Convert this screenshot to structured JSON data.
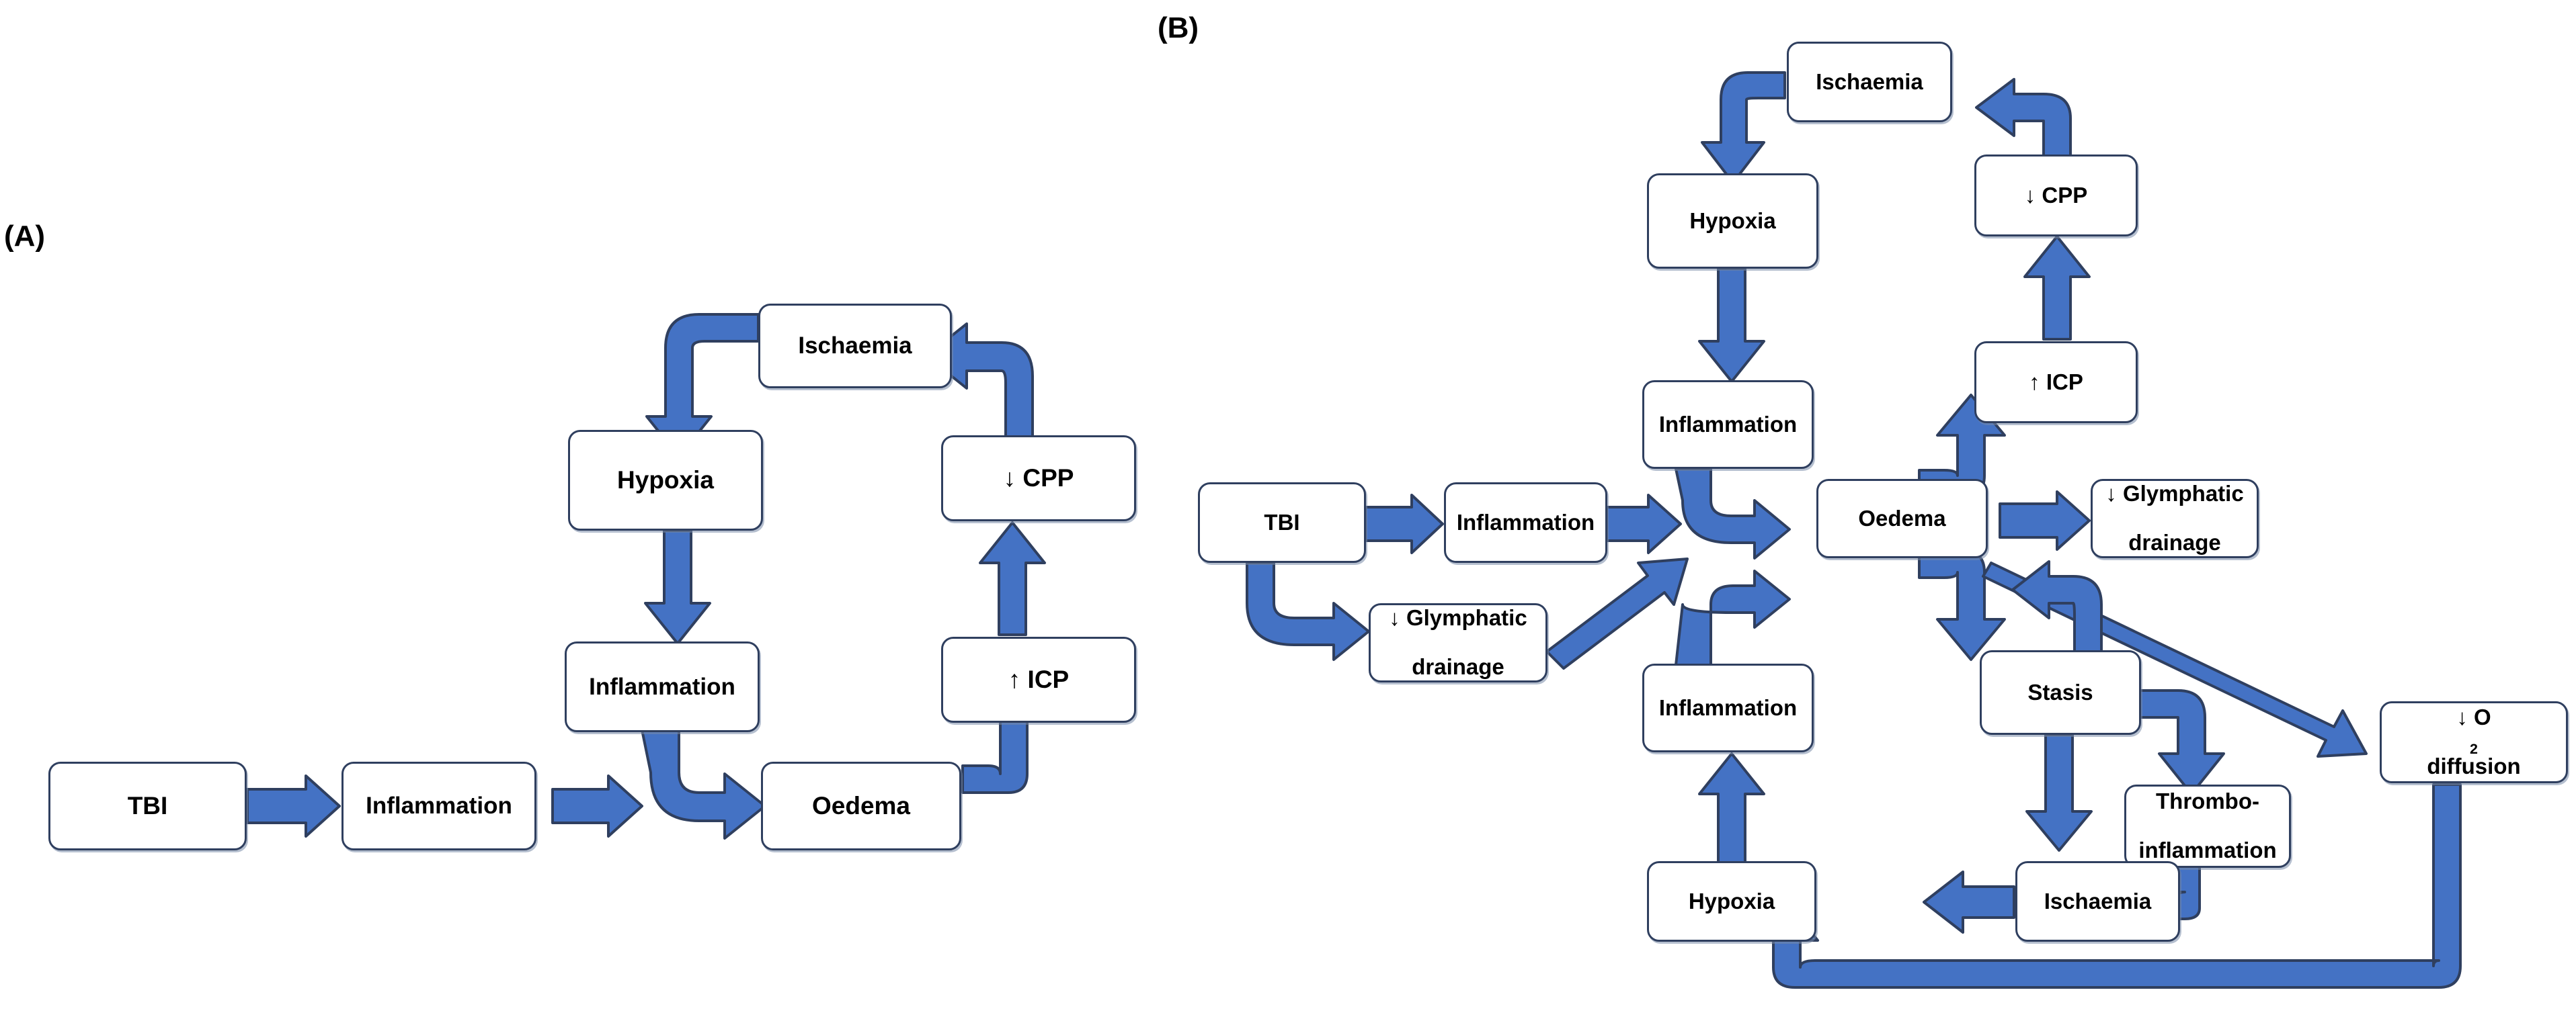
{
  "figure": {
    "type": "flow-diagram",
    "panels": [
      {
        "id": "A",
        "label": "(A)",
        "title": "Classical TBI oedema cascade",
        "nodes": [
          {
            "key": "a_tbi",
            "label": "TBI"
          },
          {
            "key": "a_inflammation1",
            "label": "Inflammation"
          },
          {
            "key": "a_oedema",
            "label": "Oedema"
          },
          {
            "key": "a_icp",
            "label": "↑ ICP"
          },
          {
            "key": "a_cpp",
            "label": "↓ CPP"
          },
          {
            "key": "a_ischaemia",
            "label": "Ischaemia"
          },
          {
            "key": "a_hypoxia",
            "label": "Hypoxia"
          },
          {
            "key": "a_inflammation2",
            "label": "Inflammation"
          }
        ],
        "edges": [
          {
            "from": "a_tbi",
            "to": "a_inflammation1",
            "style": "straight-right"
          },
          {
            "from": "a_inflammation1",
            "to": "a_oedema",
            "style": "straight-right"
          },
          {
            "from": "a_oedema",
            "to": "a_icp",
            "style": "elbow-up"
          },
          {
            "from": "a_icp",
            "to": "a_cpp",
            "style": "straight-up"
          },
          {
            "from": "a_cpp",
            "to": "a_ischaemia",
            "style": "elbow-up-left"
          },
          {
            "from": "a_ischaemia",
            "to": "a_hypoxia",
            "style": "elbow-left-down"
          },
          {
            "from": "a_hypoxia",
            "to": "a_inflammation2",
            "style": "straight-down"
          },
          {
            "from": "a_inflammation2",
            "to": "a_oedema",
            "style": "elbow-down-right"
          }
        ]
      },
      {
        "id": "B",
        "label": "(B)",
        "title": "Extended TBI oedema cascade with glymphatic drainage",
        "nodes": [
          {
            "key": "b_tbi",
            "label": "TBI"
          },
          {
            "key": "b_inflammation1",
            "label": "Inflammation"
          },
          {
            "key": "b_glymph1",
            "label": "↓ Glymphatic drainage"
          },
          {
            "key": "b_oedema",
            "label": "Oedema"
          },
          {
            "key": "b_glymph2",
            "label": "↓ Glymphatic drainage"
          },
          {
            "key": "b_icp",
            "label": "↑ ICP"
          },
          {
            "key": "b_cpp",
            "label": "↓ CPP"
          },
          {
            "key": "b_ischaemia_top",
            "label": "Ischaemia"
          },
          {
            "key": "b_hypoxia_top",
            "label": "Hypoxia"
          },
          {
            "key": "b_inflammation2",
            "label": "Inflammation"
          },
          {
            "key": "b_inflammation3",
            "label": "Inflammation"
          },
          {
            "key": "b_stasis",
            "label": "Stasis"
          },
          {
            "key": "b_thrombo",
            "label": "Thrombo-inflammation"
          },
          {
            "key": "b_o2",
            "label": "↓ O2 diffusion"
          },
          {
            "key": "b_ischaemia_bot",
            "label": "Ischaemia"
          },
          {
            "key": "b_hypoxia_bot",
            "label": "Hypoxia"
          }
        ],
        "edges": [
          {
            "from": "b_tbi",
            "to": "b_inflammation1",
            "style": "straight-right"
          },
          {
            "from": "b_tbi",
            "to": "b_glymph1",
            "style": "elbow-down-right"
          },
          {
            "from": "b_inflammation1",
            "to": "b_oedema",
            "style": "straight-right"
          },
          {
            "from": "b_glymph1",
            "to": "b_oedema",
            "style": "diagonal-up-right"
          },
          {
            "from": "b_inflammation2",
            "to": "b_oedema",
            "style": "elbow-up-right"
          },
          {
            "from": "b_inflammation3",
            "to": "b_oedema",
            "style": "elbow-up-right"
          },
          {
            "from": "b_oedema",
            "to": "b_icp",
            "style": "elbow-up"
          },
          {
            "from": "b_oedema",
            "to": "b_glymph2",
            "style": "straight-right"
          },
          {
            "from": "b_oedema",
            "to": "b_stasis",
            "style": "elbow-down"
          },
          {
            "from": "b_oedema",
            "to": "b_o2",
            "style": "diagonal-down-right"
          },
          {
            "from": "b_glymph2",
            "to": "b_icp",
            "style": "elbow-left"
          },
          {
            "from": "b_icp",
            "to": "b_cpp",
            "style": "straight-up"
          },
          {
            "from": "b_cpp",
            "to": "b_ischaemia_top",
            "style": "elbow-up-left"
          },
          {
            "from": "b_ischaemia_top",
            "to": "b_hypoxia_top",
            "style": "elbow-left-down"
          },
          {
            "from": "b_hypoxia_top",
            "to": "b_inflammation2",
            "style": "straight-down"
          },
          {
            "from": "b_stasis",
            "to": "b_ischaemia_bot",
            "style": "straight-down"
          },
          {
            "from": "b_stasis",
            "to": "b_thrombo",
            "style": "elbow-right-down"
          },
          {
            "from": "b_thrombo",
            "to": "b_ischaemia_bot",
            "style": "elbow-down-left"
          },
          {
            "from": "b_ischaemia_bot",
            "to": "b_hypoxia_bot",
            "style": "straight-left"
          },
          {
            "from": "b_hypoxia_bot",
            "to": "b_inflammation3",
            "style": "straight-up"
          },
          {
            "from": "b_o2",
            "to": "b_hypoxia_bot",
            "style": "wrap-around-bottom"
          }
        ]
      }
    ],
    "colors": {
      "arrow_fill": "#4472C4",
      "arrow_stroke": "#2F3F5F",
      "box_border": "#2F3F5F",
      "box_fill": "#FFFFFF",
      "text": "#000000",
      "background": "#FFFFFF"
    }
  },
  "panelA": {
    "label": "(A)",
    "tbi": "TBI",
    "inflammation1": "Inflammation",
    "oedema": "Oedema",
    "icp": "↑ ICP",
    "cpp": "↓ CPP",
    "ischaemia": "Ischaemia",
    "hypoxia": "Hypoxia",
    "inflammation2": "Inflammation"
  },
  "panelB": {
    "label": "(B)",
    "tbi": "TBI",
    "inflammation1": "Inflammation",
    "glymph1_line1": "↓ Glymphatic",
    "glymph1_line2": "drainage",
    "oedema": "Oedema",
    "glymph2_line1": "↓ Glymphatic",
    "glymph2_line2": "drainage",
    "icp": "↑ ICP",
    "cpp": "↓ CPP",
    "ischaemia_top": "Ischaemia",
    "hypoxia_top": "Hypoxia",
    "inflammation2": "Inflammation",
    "inflammation3": "Inflammation",
    "stasis": "Stasis",
    "thrombo_line1": "Thrombo-",
    "thrombo_line2": "inflammation",
    "o2_prefix": "↓ O",
    "o2_sub": "2",
    "o2_suffix": " diffusion",
    "ischaemia_bot": "Ischaemia",
    "hypoxia_bot": "Hypoxia"
  }
}
